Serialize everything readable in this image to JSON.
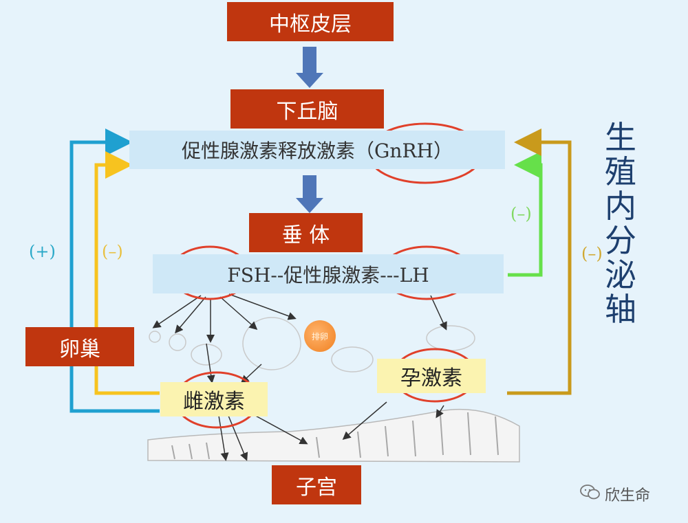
{
  "nodes": {
    "cortex": "中枢皮层",
    "hypothalamus": "下丘脑",
    "gnrh": "促性腺激素释放激素（GnRH）",
    "pituitary": "垂 体",
    "gonadotropin": "FSH--促性腺激素---LH",
    "ovary": "卵巢",
    "estrogen": "雌激素",
    "progesterone": "孕激素",
    "uterus": "子宫",
    "follicle_label": "排卵"
  },
  "feedback_labels": {
    "estrogen_positive": "(+)",
    "estrogen_negative": "(–)",
    "progesterone_negative_short": "(–)",
    "progesterone_negative_long": "(–)"
  },
  "axis_label": "生殖内分泌轴",
  "watermark": {
    "icon": "wechat-icon",
    "text": "欣生命"
  },
  "colors": {
    "red_box": "#c0360f",
    "down_arrow": "#4f76b8",
    "cyan_loop": "#1fa0d0",
    "yellow_loop": "#f7c31f",
    "green_loop": "#66e04a",
    "gold_loop": "#c99a1c",
    "highlight_circle": "#e0402a"
  }
}
